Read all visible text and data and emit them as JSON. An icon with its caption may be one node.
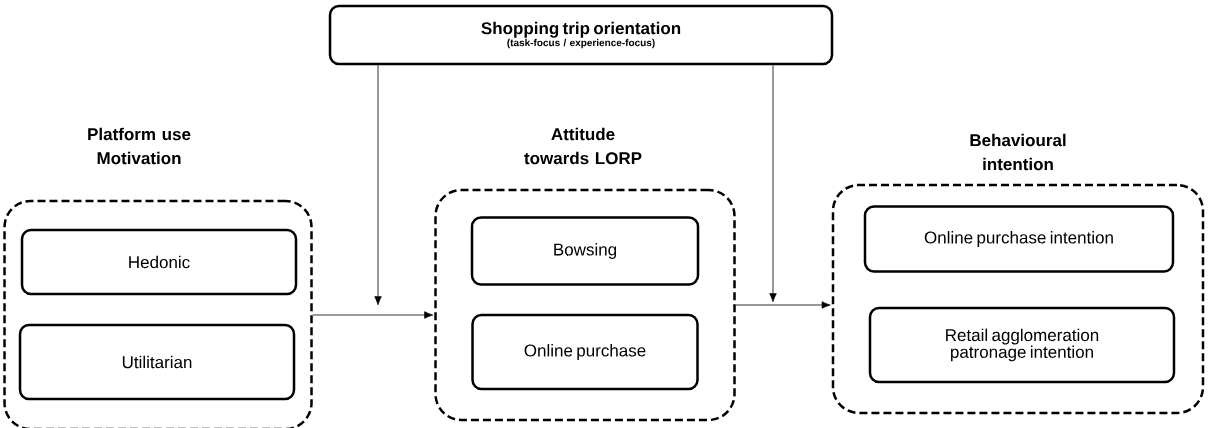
{
  "diagram": {
    "nodes": [
      {
        "text": [
          "Shopping trip orientation",
          "(task-focus / experience-focus)"
        ]
      },
      {
        "text": [
          "Platform use Motivation"
        ]
      },
      {
        "text": [
          "Hedonic"
        ],
        "in": 1
      },
      {
        "text": [
          "Utilitarian"
        ],
        "in": 1
      },
      {
        "text": [
          "Attitude towards LORP"
        ]
      },
      {
        "text": [
          "Bowsing"
        ],
        "in": 4
      },
      {
        "text": [
          "Online purchase"
        ],
        "in": 4
      },
      {
        "text": [
          "Behavioural intention"
        ]
      },
      {
        "text": [
          "Online purchase intention"
        ],
        "in": 7
      },
      {
        "text": [
          "Retail agglomeration patronage intention"
        ],
        "in": 7
      }
    ],
    "edges": [
      {
        "from": 1,
        "to": 4,
        "arrow": "to"
      },
      {
        "from": 4,
        "to": 7,
        "arrow": "to"
      },
      {
        "from": 0,
        "to": null,
        "arrow": "to"
      },
      {
        "from": 0,
        "to": null,
        "arrow": "to"
      }
    ]
  }
}
